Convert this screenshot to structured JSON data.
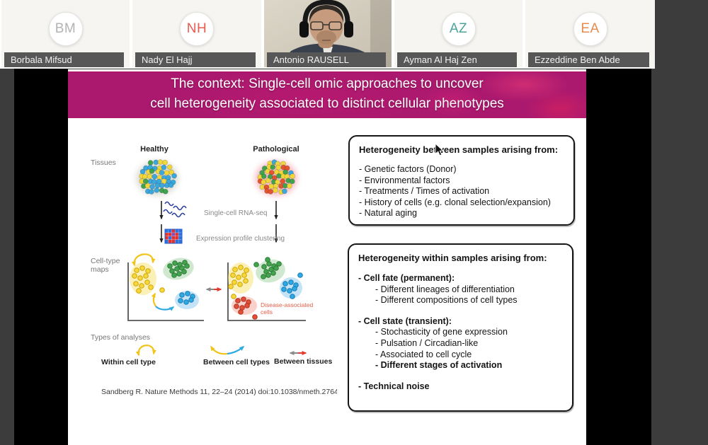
{
  "participants": [
    {
      "initials": "BM",
      "name": "Borbala Mifsud",
      "color": "#b3b3b3",
      "type": "avatar"
    },
    {
      "initials": "NH",
      "name": "Nady El Hajj",
      "color": "#e85b4e",
      "type": "avatar"
    },
    {
      "initials": "",
      "name": "Antonio RAUSELL",
      "color": "#ffffff",
      "type": "video"
    },
    {
      "initials": "AZ",
      "name": "Ayman Al Haj Zen",
      "color": "#4ba39a",
      "type": "avatar"
    },
    {
      "initials": "EA",
      "name": "Ezzeddine Ben Abde",
      "color": "#e58a50",
      "type": "avatar"
    }
  ],
  "slide": {
    "banner_color": "#ab196e",
    "title_line1": "The context: Single-cell omic approaches to uncover",
    "title_line2": "cell heterogeneity associated to distinct cellular phenotypes",
    "figure": {
      "healthy": "Healthy",
      "pathological": "Pathological",
      "tissues": "Tissues",
      "scrnaseq": "Single-cell RNA-seq",
      "clustering": "Expression profile clustering",
      "celltype_line1": "Cell-type",
      "celltype_line2": "maps",
      "disease_line1": "Disease-associated",
      "disease_line2": "cells",
      "analyses": "Types of analyses",
      "legend_within": "Within cell type",
      "legend_between_types": "Between cell types",
      "legend_between_tissues": "Between tissues",
      "citation": "Sandberg R. Nature Methods 11, 22–24 (2014) doi:10.1038/nmeth.2764"
    },
    "box1": {
      "title": "Heterogeneity between samples arising from:",
      "items": [
        "- Genetic factors (Donor)",
        "- Environmental factors",
        "- Treatments / Times of activation",
        "- History of cells (e.g. clonal selection/expansion)",
        "- Natural aging"
      ]
    },
    "box2": {
      "title": "Heterogeneity within samples arising from:",
      "fate_header": "- Cell fate (permanent):",
      "fate_items": [
        "- Different lineages of differentiation",
        "- Different compositions of cell types"
      ],
      "state_header": "- Cell state (transient):",
      "state_items": [
        "- Stochasticity of gene expression",
        "- Pulsation / Circadian-like",
        "- Associated to cell cycle",
        "- Different stages of activation"
      ],
      "technical": "- Technical noise"
    }
  }
}
